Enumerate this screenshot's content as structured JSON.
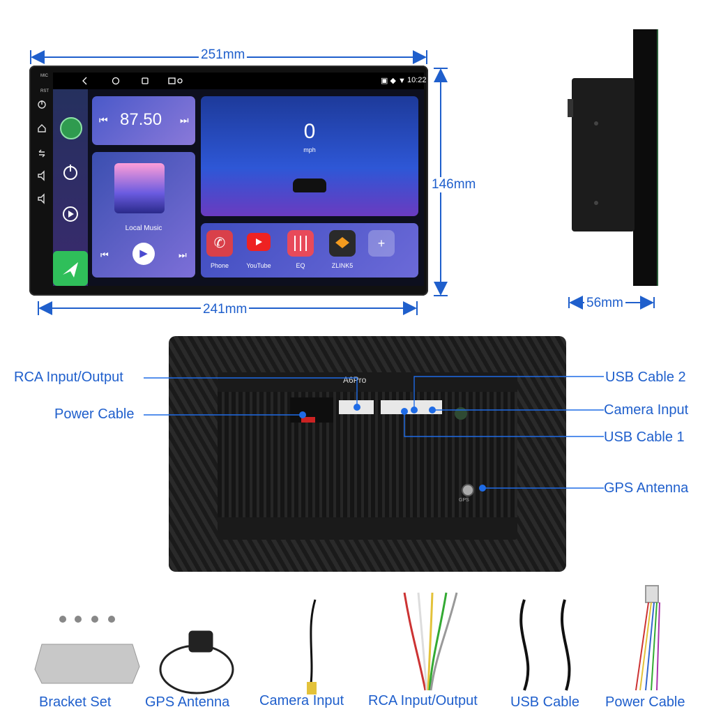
{
  "dimensions": {
    "top_width": "251mm",
    "bottom_width": "241mm",
    "height": "146mm",
    "depth": "56mm"
  },
  "screen": {
    "status_time": "10:22",
    "side_labels": {
      "mic": "MIC",
      "rst": "RST"
    },
    "radio_freq": "87.50",
    "music_title": "Local Music",
    "speed_value": "0",
    "speed_unit": "mph",
    "apps": [
      {
        "label": "Phone",
        "icon": "phone-icon"
      },
      {
        "label": "YouTube",
        "icon": "youtube-icon"
      },
      {
        "label": "EQ",
        "icon": "equalizer-icon"
      },
      {
        "label": "ZLINK5",
        "icon": "zlink-icon"
      }
    ]
  },
  "back_panel": {
    "model": "A6Pro",
    "labels_left": [
      "RCA Input/Output",
      "Power Cable"
    ],
    "labels_right": [
      "USB Cable 2",
      "Camera Input",
      "USB Cable 1",
      "GPS Antenna"
    ],
    "tiny_labels": {
      "gps": "GPS"
    }
  },
  "accessories": [
    "Bracket Set",
    "GPS Antenna",
    "Camera Input",
    "RCA Input/Output",
    "USB Cable",
    "Power Cable"
  ],
  "colors": {
    "accent": "#1f5fcc",
    "annotation_dot": "#1e6be6"
  }
}
